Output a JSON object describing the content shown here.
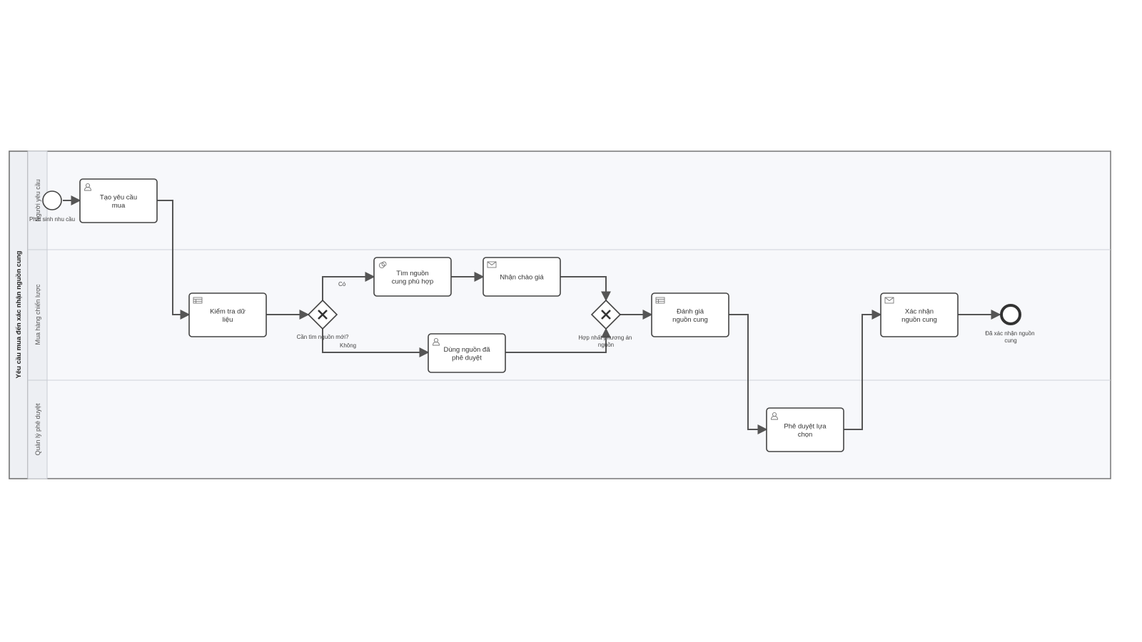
{
  "pool": {
    "title": "Yêu cầu mua đến xác nhận nguồn cung"
  },
  "lanes": [
    {
      "label": "Người yêu cầu"
    },
    {
      "label": "Mua hàng chiến lược"
    },
    {
      "label": "Quản lý phê duyệt"
    }
  ],
  "events": {
    "start": {
      "label": "Phát sinh nhu cầu"
    },
    "end": {
      "label": [
        "Đã xác nhận nguồn",
        "cung"
      ]
    }
  },
  "tasks": [
    {
      "id": "t1",
      "type": "user",
      "lines": [
        "Tạo yêu cầu",
        "mua"
      ]
    },
    {
      "id": "t2",
      "type": "business-rule",
      "lines": [
        "Kiểm tra dữ",
        "liệu"
      ]
    },
    {
      "id": "t3",
      "type": "service",
      "lines": [
        "Tìm nguồn",
        "cung phù hợp"
      ]
    },
    {
      "id": "t4",
      "type": "receive",
      "lines": [
        "Nhận chào giá"
      ]
    },
    {
      "id": "t5",
      "type": "user",
      "lines": [
        "Dùng nguồn đã",
        "phê duyệt"
      ]
    },
    {
      "id": "t6",
      "type": "business-rule",
      "lines": [
        "Đánh giá",
        "nguồn cung"
      ]
    },
    {
      "id": "t7",
      "type": "user",
      "lines": [
        "Phê duyệt lựa",
        "chọn"
      ]
    },
    {
      "id": "t8",
      "type": "send",
      "lines": [
        "Xác nhận",
        "nguồn cung"
      ]
    }
  ],
  "gateways": {
    "split": {
      "label": "Cần tìm nguồn mới?"
    },
    "merge": {
      "label": [
        "Hợp nhất phương án",
        "nguồn"
      ]
    }
  },
  "flow_labels": {
    "yes": "Có",
    "no": "Không"
  }
}
